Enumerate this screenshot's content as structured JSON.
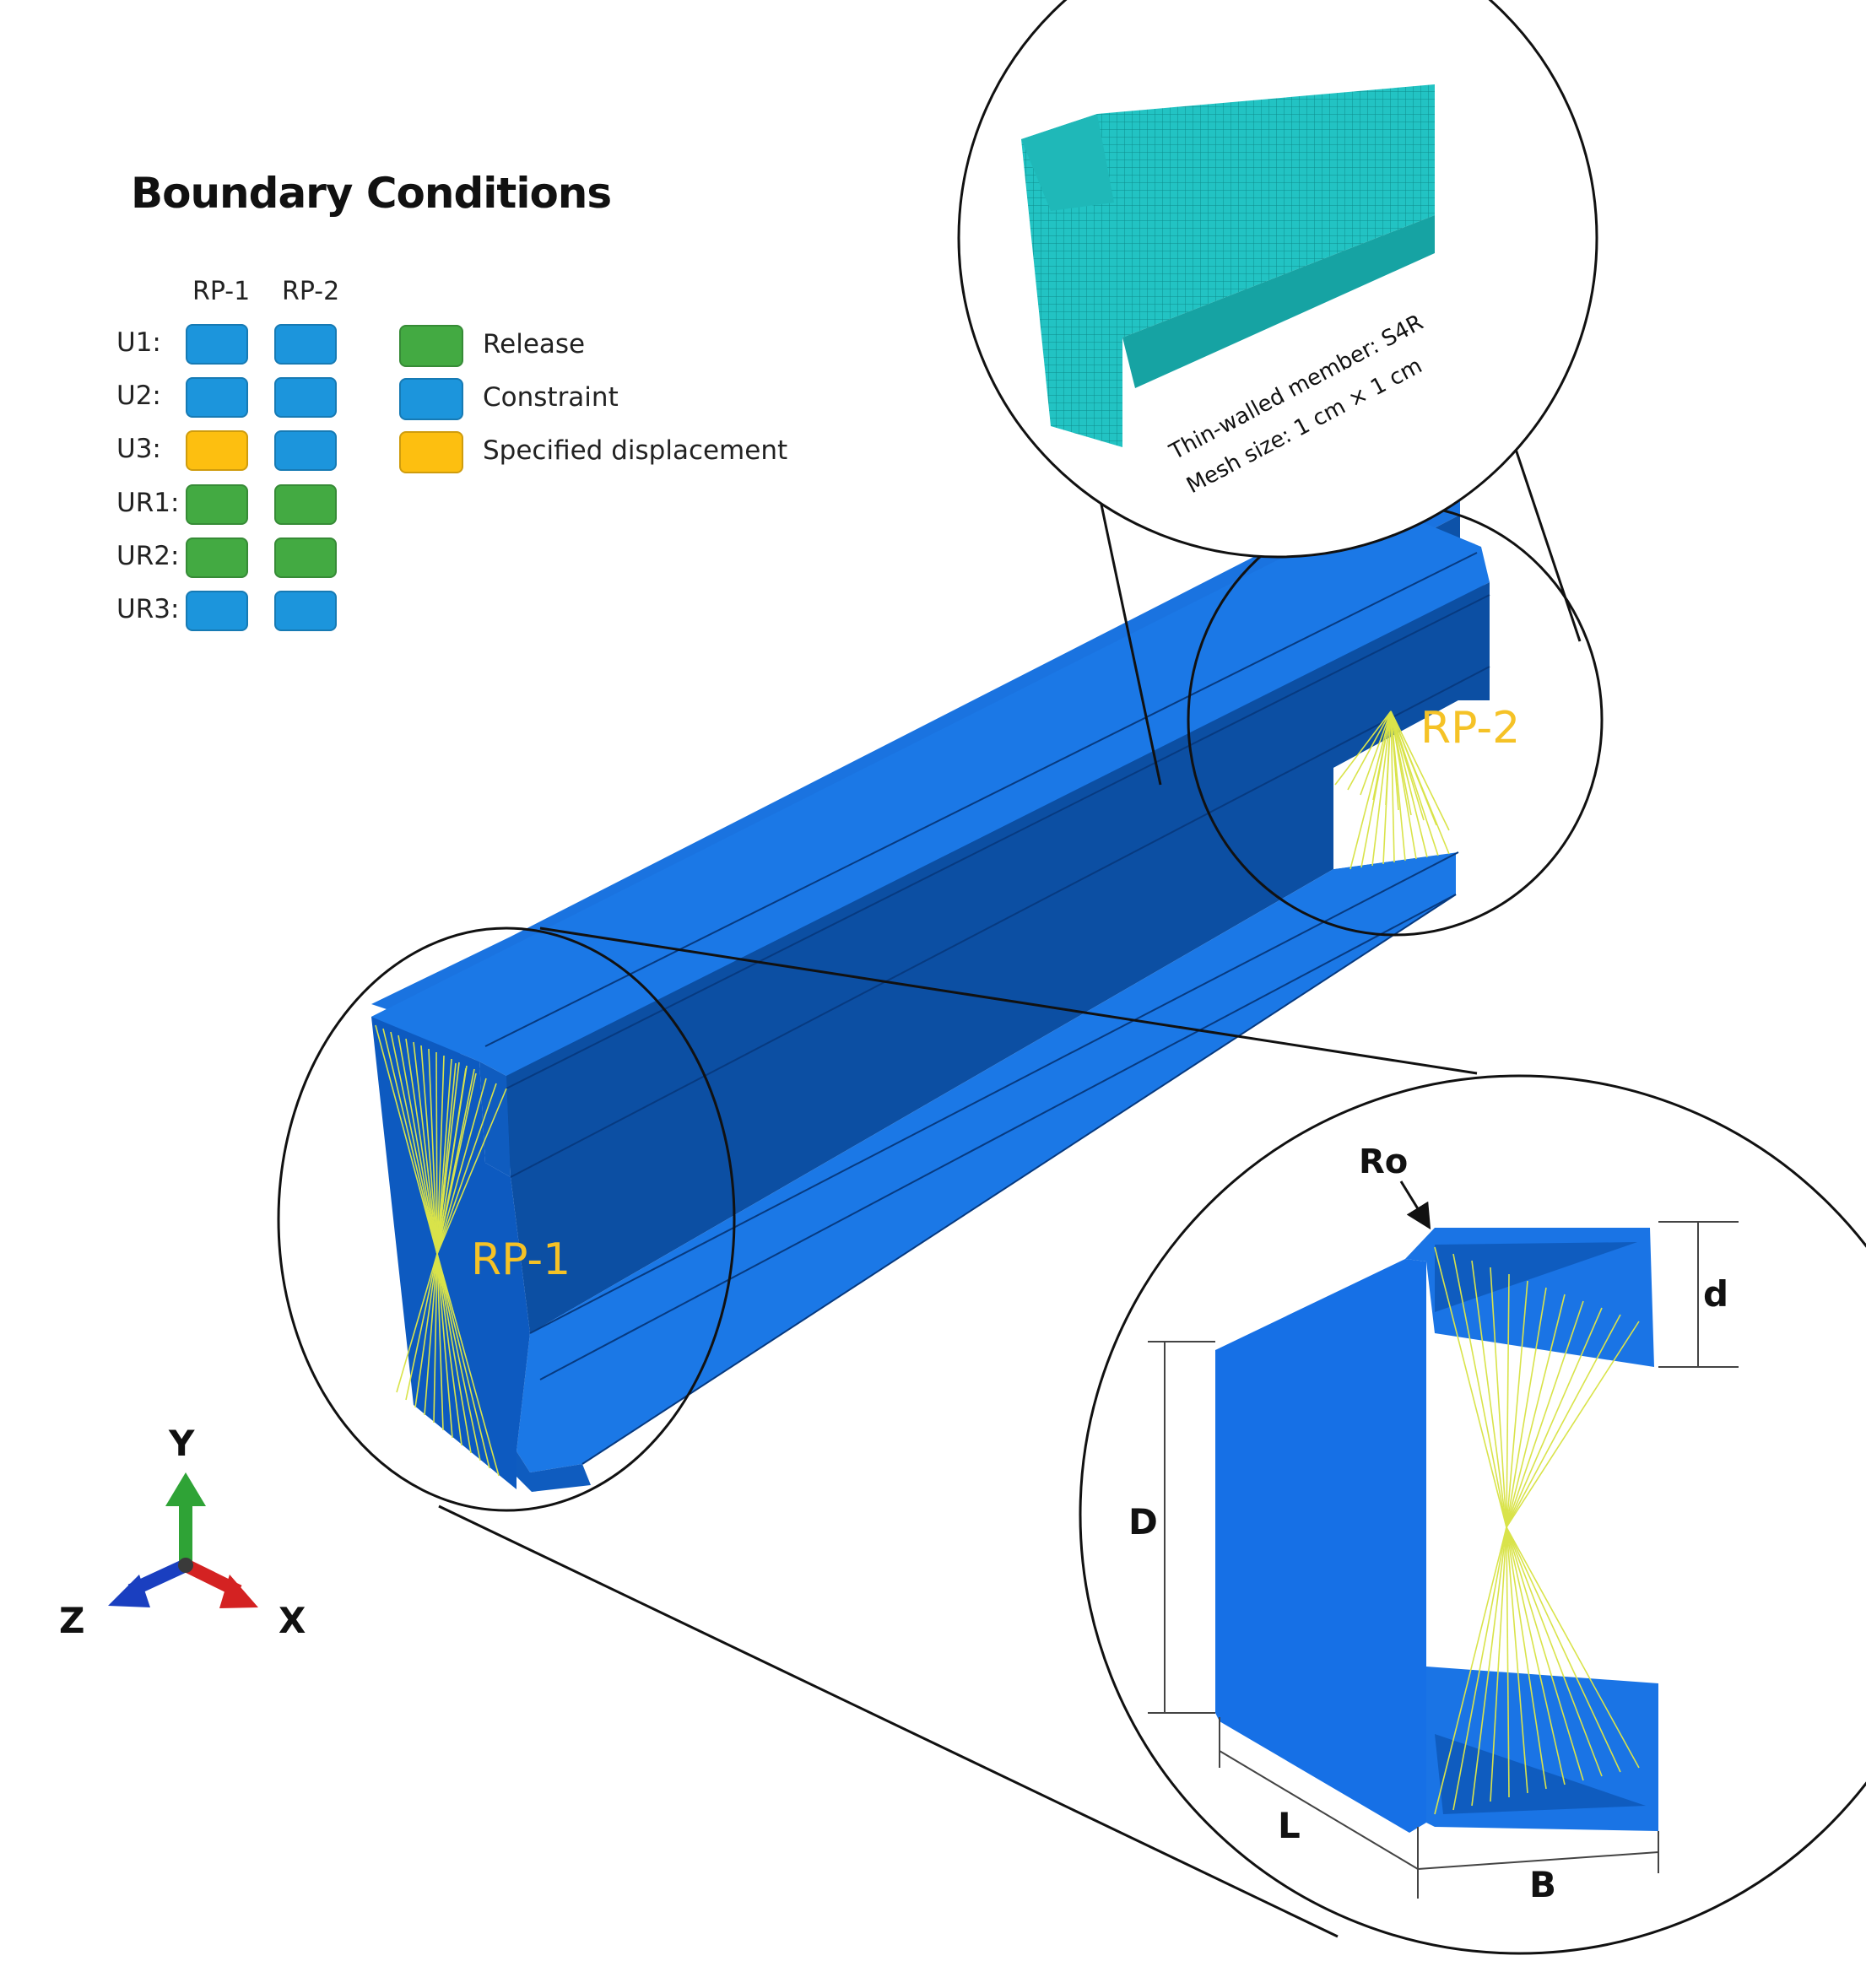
{
  "colors": {
    "release": "#43aa42",
    "constraint": "#1c95dc",
    "specified_displacement": "#fdbf10",
    "member": "#1565d8",
    "rp_label": "#f5c226",
    "mesh": "#22c3c3"
  },
  "boundary_conditions": {
    "title": "Boundary Conditions",
    "columns": [
      "RP-1",
      "RP-2"
    ],
    "rows": [
      {
        "label": "U1:",
        "rp1": "constraint",
        "rp2": "constraint"
      },
      {
        "label": "U2:",
        "rp1": "constraint",
        "rp2": "constraint"
      },
      {
        "label": "U3:",
        "rp1": "specified_displacement",
        "rp2": "constraint"
      },
      {
        "label": "UR1:",
        "rp1": "release",
        "rp2": "release"
      },
      {
        "label": "UR2:",
        "rp1": "release",
        "rp2": "release"
      },
      {
        "label": "UR3:",
        "rp1": "constraint",
        "rp2": "constraint"
      }
    ],
    "legend": [
      {
        "key": "release",
        "label": "Release"
      },
      {
        "key": "constraint",
        "label": "Constraint"
      },
      {
        "key": "specified_displacement",
        "label": "Specified displacement"
      }
    ]
  },
  "reference_points": {
    "rp1": "RP-1",
    "rp2": "RP-2"
  },
  "mesh_note": {
    "line1": "Thin-walled member: S4R",
    "line2": "Mesh size: 1 cm × 1 cm"
  },
  "dimensions": {
    "Ro": "Ro",
    "d": "d",
    "D": "D",
    "L": "L",
    "B": "B"
  },
  "axes": {
    "y": "Y",
    "z": "Z",
    "x": "X"
  }
}
